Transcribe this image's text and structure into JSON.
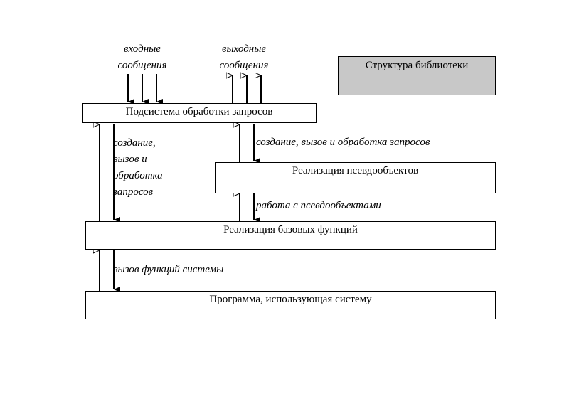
{
  "title_box": "Структура библиотеки",
  "input_label": [
    "входные",
    "сообщения"
  ],
  "output_label": [
    "выходные",
    "сообщения"
  ],
  "boxes": {
    "subsystem": "Подсистема обработки запросов",
    "pseudo": "Реализация псевдообъектов",
    "base": "Реализация базовых функций",
    "program": "Программа, использующая систему"
  },
  "edge_labels": {
    "left_creation": [
      "создание,",
      "вызов и",
      "обработка",
      "запросов"
    ],
    "right_creation": "создание, вызов и обработка запросов",
    "pseudo_work": "работа с псевдообъектами",
    "system_calls": "вызов функций системы"
  }
}
